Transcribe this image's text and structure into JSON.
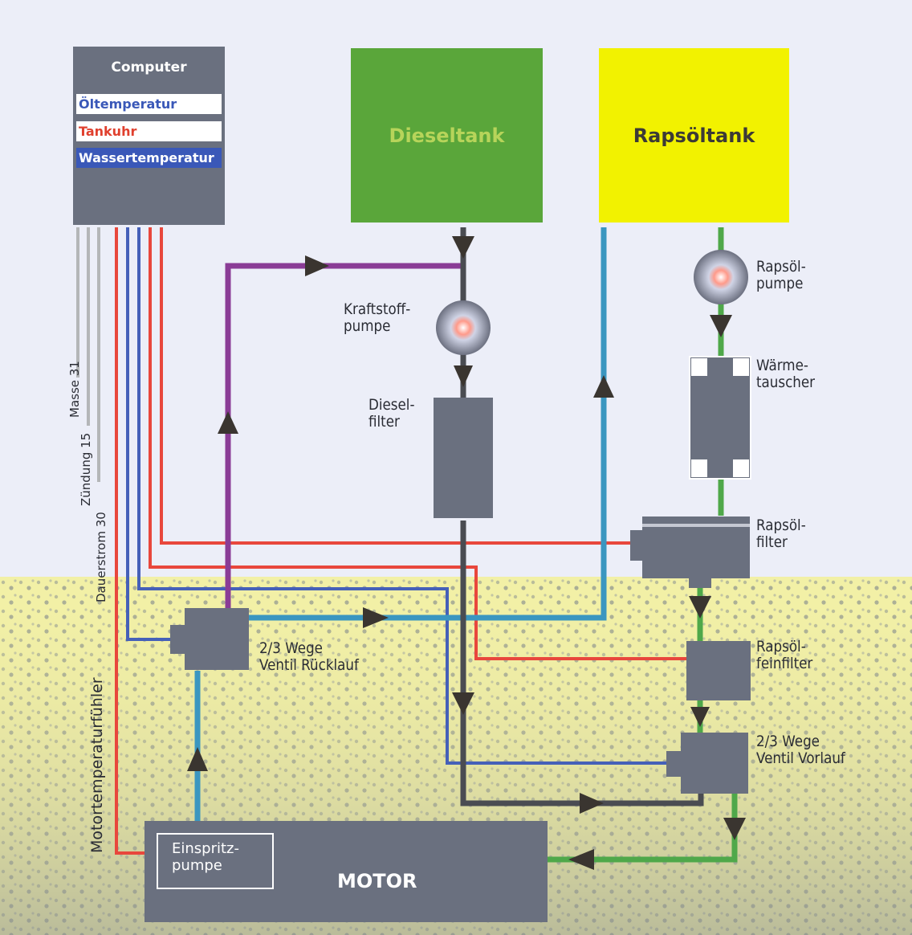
{
  "colors": {
    "sky": "#eceef8",
    "field": "#f2f0a6",
    "diesel_tank": "#5aa63a",
    "diesel_tank_text": "#b7d45a",
    "rapsoel_tank": "#f2f200",
    "component": "#6a707f",
    "wire_red": "#e8473c",
    "wire_blue": "#4560b8",
    "wire_gray": "#b4b6b8",
    "pipe_purple": "#8a3c96",
    "pipe_cyan": "#3a96c0",
    "pipe_green": "#4fa84a",
    "pipe_dark": "#4a4c52"
  },
  "computer": {
    "title": "Computer",
    "fields": [
      {
        "label": "Öltemperatur",
        "color": "#3a58b8",
        "bg": "#ffffff"
      },
      {
        "label": "Tankuhr",
        "color": "#e0402e",
        "bg": "#ffffff"
      },
      {
        "label": "Wassertemperatur",
        "color": "#ffffff",
        "bg": "#3a58b8"
      }
    ]
  },
  "tanks": {
    "diesel": "Dieseltank",
    "rapsoel": "Rapsöltank"
  },
  "components": {
    "kraftstoffpumpe": "Kraftstoff-\npumpe",
    "dieselfilter": "Diesel-\nfilter",
    "rapsoelpumpe": "Rapsöl-\npumpe",
    "waermetauscher": "Wärme-\ntauscher",
    "rapsoelfilter": "Rapsöl-\nfilter",
    "rapsoelfeinfilter": "Rapsöl-\nfeinfilter",
    "ventil_ruecklauf": "2/3 Wege\nVentil Rücklauf",
    "ventil_vorlauf": "2/3 Wege\nVentil Vorlauf",
    "einspritzpumpe": "Einspritz-\npumpe",
    "motor": "MOTOR"
  },
  "wires": {
    "masse": "Masse 31",
    "zuendung": "Zündung 15",
    "dauerstrom": "Dauerstrom 30",
    "motortemperaturfuehler": "Motortemperaturfühler"
  }
}
